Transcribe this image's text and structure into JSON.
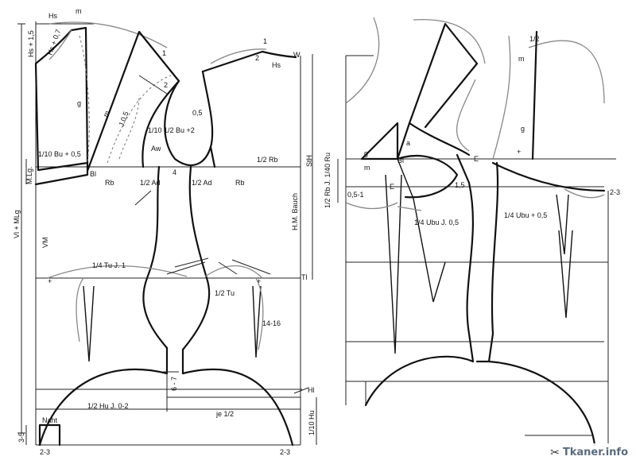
{
  "watermark": {
    "text": "Tkaner.info",
    "icon": "scissors-icon"
  },
  "labels": {
    "hs_top": "Hs",
    "m_top": "m",
    "hs_plus": "Hs + 1,5",
    "hs_07": "Hs + 0,7",
    "g": "g",
    "m_mid": "m",
    "j05": "J 0,5",
    "one": "1",
    "two": "2",
    "hs_right": "Hs",
    "w": "W",
    "one_b": "1",
    "two_b": "2",
    "v05": "0,5",
    "bu_frac": "1/10 1/2 Bu +2",
    "aw": "Aw",
    "tenth_bu": "1/10 Bu + 0,5",
    "bl": "Bl",
    "rb_half": "1/2 Rb",
    "sth": "StH",
    "mlg": "M.Lg.",
    "rb_left": "Rb",
    "ad_left": "1/2 Ad",
    "four": "4",
    "ad_right": "1/2 Ad",
    "rb_right": "Rb",
    "vl_mlg": "Vl + MLg",
    "vm": "VM",
    "hm_bauch": "H.M. Bauch",
    "tu_quarter": "1/4 Tu J. 1",
    "tl": "Tl",
    "tu_half": "1/2 Tu",
    "range_14_16": "14-16",
    "hu_half": "1/2 Hu J. 0-2",
    "six_seven": "6 - 7",
    "je_half": "je 1/2",
    "hl": "Hl",
    "naht": "Naht",
    "three_five": "3-5",
    "two_three_l": "2-3",
    "two_three_r": "2-3",
    "hu_tenth": "1/10 Hu",
    "r_g": "g",
    "r_m": "m",
    "r_a": "a",
    "r_bl": "Bl",
    "r_e": "E",
    "r_e2": "E",
    "r_05_1": "0,5-1",
    "r_15": "1,5",
    "r_rb": "1/2 Rb J. 1/40 Ru",
    "r_ubu1": "1/4 Ubu J. 0,5",
    "r_ubu2": "1/4 Ubu + 0,5",
    "r_half": "1/2",
    "r_m2": "m",
    "r_g2": "g",
    "r_23": "2-3"
  }
}
